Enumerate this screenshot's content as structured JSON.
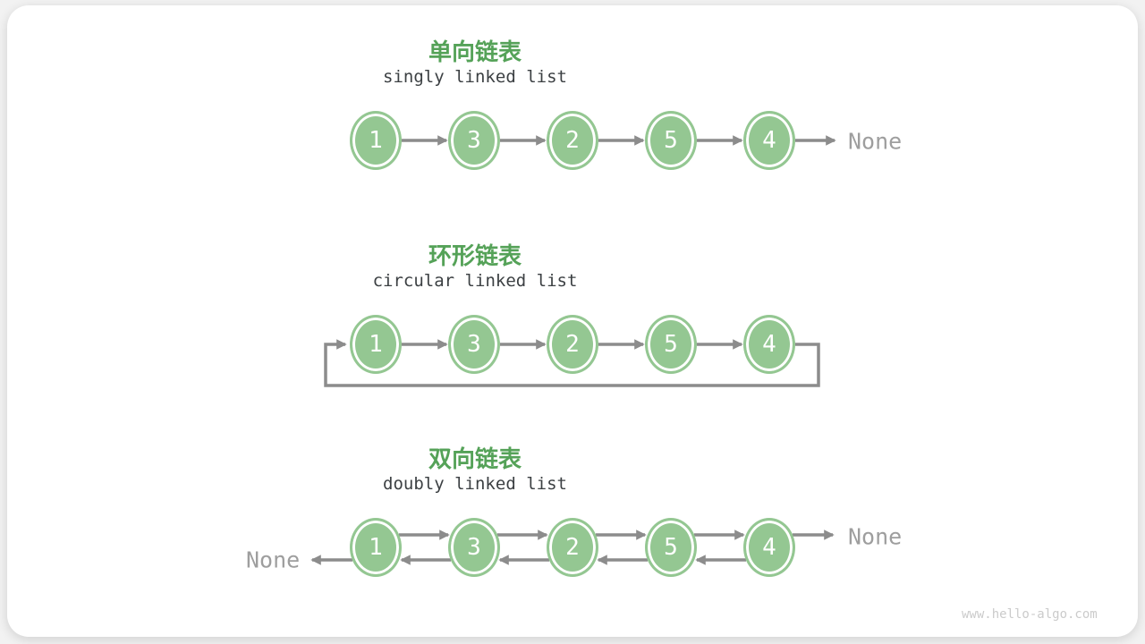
{
  "page": {
    "watermark": "www.hello-algo.com"
  },
  "colors": {
    "node_green": "#94c792",
    "title_green": "#55a258",
    "arrow_gray": "#8c8c8c",
    "subtitle_dark": "#3c4043",
    "none_gray": "#9e9e9e",
    "watermark_gray": "#cbcbcb",
    "card_white": "#ffffff"
  },
  "sections": [
    {
      "title": "单向链表",
      "subtitle": "singly linked list",
      "nodes": [
        "1",
        "3",
        "2",
        "5",
        "4"
      ],
      "tail_label": "None"
    },
    {
      "title": "环形链表",
      "subtitle": "circular linked list",
      "nodes": [
        "1",
        "3",
        "2",
        "5",
        "4"
      ]
    },
    {
      "title": "双向链表",
      "subtitle": "doubly linked list",
      "nodes": [
        "1",
        "3",
        "2",
        "5",
        "4"
      ],
      "head_label": "None",
      "tail_label": "None"
    }
  ]
}
